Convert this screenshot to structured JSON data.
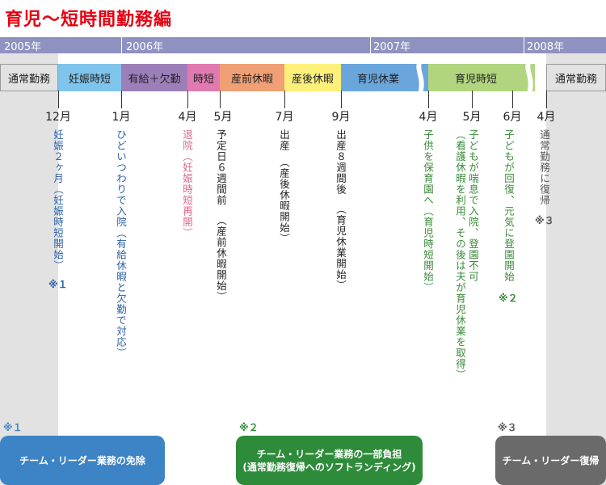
{
  "title": "育児～短時間勤務編",
  "years": [
    "2005年",
    "2006年",
    "2007年",
    "2008年"
  ],
  "stages": {
    "normal_start": "通常勤務",
    "pregnancy": "妊娠時短",
    "paid_leave": "有給＋欠勤",
    "shortened": "時短",
    "prenatal": "産前休暇",
    "postnatal": "産後休暇",
    "childcare_leave": "育児休業",
    "childcare_short": "育児時短",
    "normal_end": "通常勤務"
  },
  "months": [
    "12月",
    "1月",
    "4月",
    "5月",
    "7月",
    "9月",
    "4月",
    "5月",
    "6月",
    "4月"
  ],
  "events": {
    "e1": "妊娠２ヶ月（妊娠時短開始）",
    "e1_note": "※１",
    "e2": "ひどいつわりで入院（有給休暇と欠勤で対応）",
    "e3": "退院（妊娠時短再開）",
    "e4a": "予定日６週間前",
    "e4b": "（産前休暇開始）",
    "e5a": "出産",
    "e5b": "（産後休暇開始）",
    "e6a": "出産８週間後",
    "e6b": "（育児休業開始）",
    "e7": "子供を保育園へ（育児時短開始）",
    "e8a": "子どもが喘息で入院、登園不可",
    "e8b": "（看護休暇を利用、その後は夫が育児休業を取得）",
    "e9a": "子どもが回復、元気に登園開始",
    "e9_note": "※２",
    "e10": "通常勤務に復帰",
    "e10_note": "※３"
  },
  "notes": {
    "n1_mark": "※１",
    "n1_text": "チーム・リーダー業務の免除",
    "n2_mark": "※２",
    "n2_line1": "チーム・リーダー業務の一部負担",
    "n2_line2": "(通常勤務復帰へのソフトランディング)",
    "n3_mark": "※３",
    "n3_text": "チーム・リーダー復帰"
  },
  "colors": {
    "title": "#e60012",
    "year_bar": "#8e92c0",
    "normal": "#e2e2e2",
    "pregnancy": "#7fc4ec",
    "paid_leave": "#9c7fb9",
    "shortened": "#e07ab0",
    "prenatal": "#f0a074",
    "postnatal": "#fdf07a",
    "childcare_leave": "#6aa6dc",
    "childcare_short": "#b1d57f",
    "blue_text": "#2a5fa8",
    "pink_text": "#d9688a",
    "green_text": "#3a8a3a",
    "box_blue": "#3d84c6",
    "box_green": "#2e8b3a",
    "box_gray": "#6a6a6a"
  }
}
